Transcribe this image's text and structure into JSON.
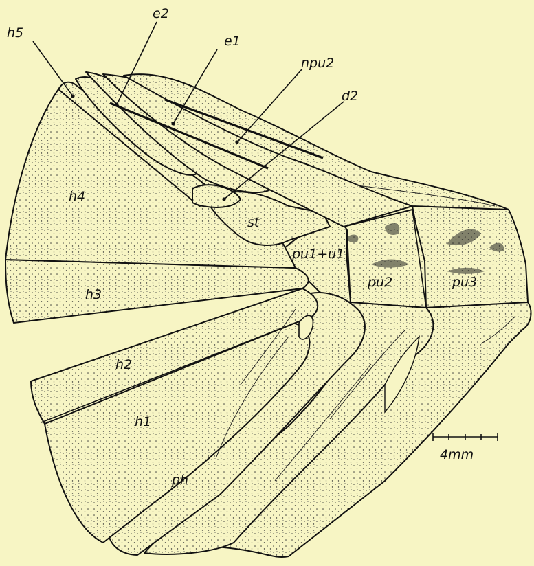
{
  "figure": {
    "labels": {
      "h5": "h5",
      "e2": "e2",
      "e1": "e1",
      "npu2": "npu2",
      "d2": "d2",
      "h4": "h4",
      "st": "st",
      "pu1u1": "pu1+u1",
      "pu2": "pu2",
      "pu3": "pu3",
      "h3": "h3",
      "h2": "h2",
      "h1": "h1",
      "ph": "ph"
    },
    "scale_bar": {
      "label": "4mm"
    },
    "colors": {
      "background": "#f7f5c4",
      "ink": "#111111"
    }
  }
}
